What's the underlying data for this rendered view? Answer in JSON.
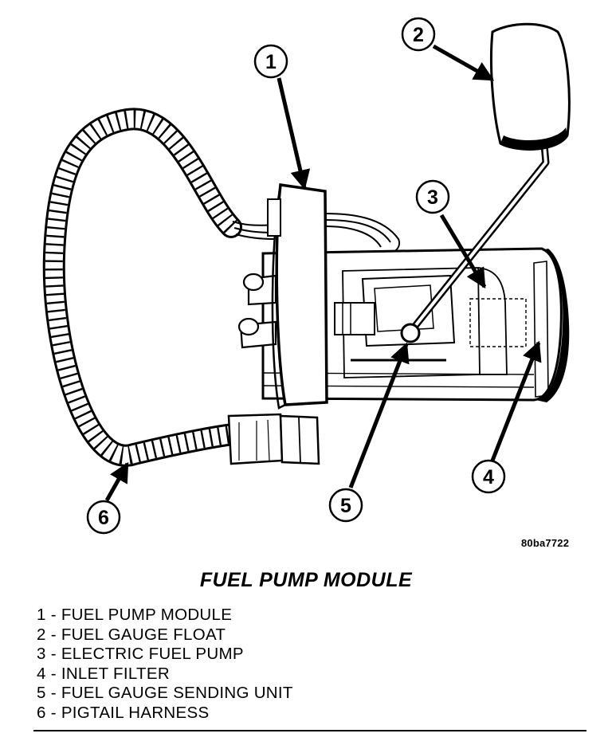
{
  "diagram": {
    "reference_code": "80ba7722",
    "title": "FUEL PUMP MODULE",
    "callouts": [
      "1",
      "2",
      "3",
      "4",
      "5",
      "6"
    ],
    "legend": [
      "1 - FUEL PUMP MODULE",
      "2 - FUEL GAUGE FLOAT",
      "3 - ELECTRIC FUEL PUMP",
      "4 - INLET FILTER",
      "5 - FUEL GAUGE SENDING UNIT",
      "6 - PIGTAIL HARNESS"
    ]
  }
}
